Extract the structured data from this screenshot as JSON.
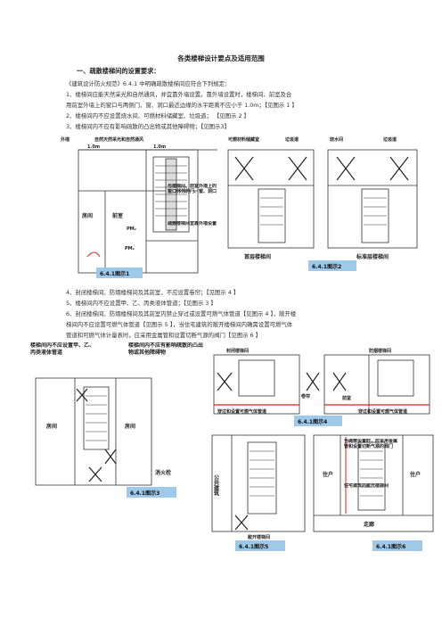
{
  "title": "各类楼梯设计要点及适用范围",
  "section1": "一、疏散楼梯间的设置要求：",
  "paragraphs": [
    "《建筑设计防火规范》6.4.1 中明确疏散楼梯间应符合下列规定：",
    "1、楼梯间应能天然采光和自然通风，并宜靠外墙设置。靠外墙设置时，楼梯间、前室及合",
    "用前室外墙上的窗口与两侧门、窗、洞口最近边缘的水平距离不应小于 1.0m；【见图示 1 】",
    "2、楼梯间内不应设置烧水间、可燃材料储藏室、垃圾道；   【见图示 2 】",
    "3、楼梯间内不应有影响疏散的凸出物或其他障碍物；【见图示3】",
    "4、封闭楼梯间、防烟楼梯间及其前室，不应设置卷帘；【见图示 4 】",
    "5、楼梯间内不应设置甲、乙、丙类液体管道；【见图示 3 】",
    "6、封闭楼梯间、防烟楼梯间及其前室内禁止穿过或设置可燃气体管道【见图示 4 】，敞开楼",
    "梯间内不应设置可燃气体管道【见图示 5 】，当住宅建筑的敞开楼梯间内确需设置可燃气体",
    "管道和可燃气体计量表时，应采用金属管和设置切断气源的阀门【见图示 6 】"
  ],
  "fig1": {
    "caption": "6.4.1图示1",
    "labels": {
      "outer_wall": "外墙",
      "natural_light": "自然天然采光和自然通风",
      "dim1": "1.0m",
      "dim2": "1.0m",
      "room": "房间",
      "front_room": "前室",
      "pm": "PM₂",
      "note1": "与楼梯间、前室外墙上的窗口邻邻的门、窗、洞口",
      "note2": "疏散楼梯间宜靠外墙设置"
    }
  },
  "fig2": {
    "caption": "6.4.1图示2",
    "labels": {
      "storage": "可燃材料储藏室",
      "garbage1": "垃圾道",
      "boiler": "烧水间",
      "garbage2": "垃圾道",
      "first_floor": "首层楼梯间",
      "standard_floor": "标准层楼梯间"
    }
  },
  "fig3": {
    "caption": "6.4.1图示3",
    "labels": {
      "note_left": "楼梯间内不应设置甲、乙、丙类液体管道",
      "note_right": "楼梯间内不应有影响疏散的凸出物或其他障碍物",
      "room_left": "房间",
      "room_right": "房间",
      "hydrant": "消火栓"
    }
  },
  "fig4": {
    "caption": "6.4.1图示4",
    "labels": {
      "closed": "封闭楼梯间",
      "smoke": "防烟楼梯间",
      "shutter": "卷帘",
      "front": "前室",
      "pipe1": "穿过和设置可燃气体管道",
      "pipe2": "穿过和设置可燃气体管道"
    }
  },
  "fig5": {
    "caption": "6.4.1图示5",
    "labels": {
      "public": "公共建筑",
      "open": "敞开楼梯间"
    }
  },
  "fig6": {
    "caption": "6.4.1图示6",
    "labels": {
      "note1": "当确需设置时，应采用金属管和设置切断气源的阀门",
      "note2": "住宅建筑的敞开楼梯间",
      "home1": "住户",
      "home2": "住户",
      "corridor": "走廊"
    }
  }
}
